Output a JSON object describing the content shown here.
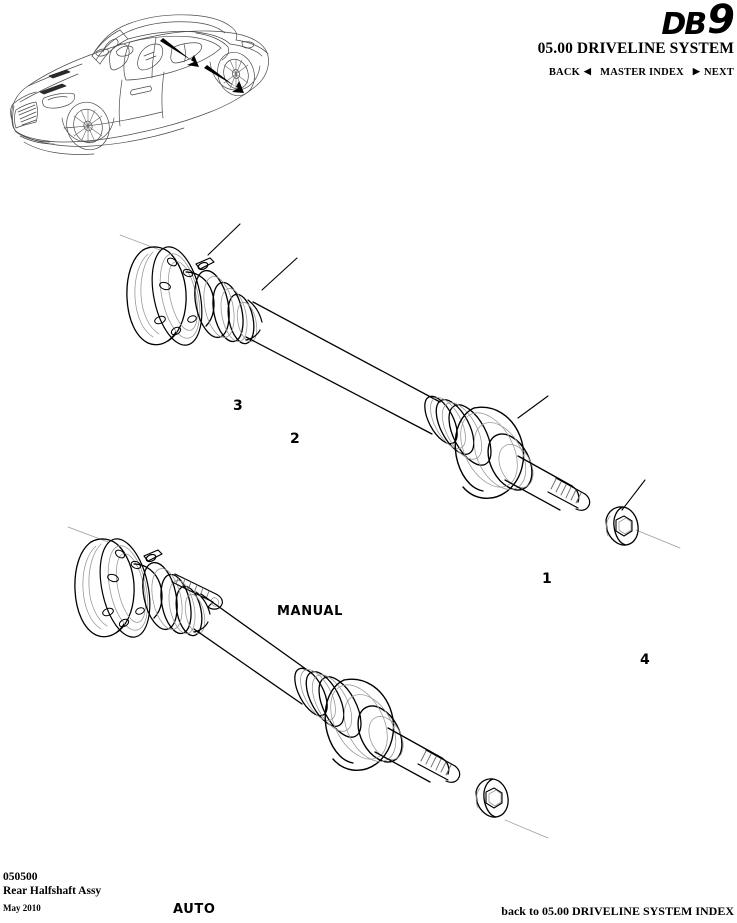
{
  "header": {
    "logo_db": "DB",
    "logo_nine": "9",
    "section_title": "05.00 DRIVELINE SYSTEM",
    "nav": {
      "back_label": "BACK",
      "back_arrow": "◀",
      "master_index_label": "MASTER INDEX",
      "next_arrow": "▶",
      "next_label": "NEXT"
    }
  },
  "vehicle_thumbnail": {
    "icon_name": "aston-martin-db9-line-drawing",
    "description": "DB9 coupe three-quarter view with two indicator arrows pointing at the rear halfshaft area"
  },
  "diagram": {
    "variants": [
      {
        "label": "MANUAL"
      },
      {
        "label": "AUTO"
      }
    ],
    "callouts": [
      {
        "number": "1",
        "refers_to": "halfshaft-outer-cv-joint"
      },
      {
        "number": "2",
        "refers_to": "halfshaft-flange-bolt"
      },
      {
        "number": "3",
        "refers_to": "halfshaft-inner-flange-joint"
      },
      {
        "number": "4",
        "refers_to": "hub-retaining-nut"
      }
    ]
  },
  "footer": {
    "part_number": "050500",
    "part_name": "Rear Halfshaft Assy",
    "date": "May 2010",
    "index_link": "back to 05.00 DRIVELINE SYSTEM INDEX"
  },
  "colors": {
    "line": "#000000",
    "detail_line": "#9a9a9a",
    "background": "#ffffff"
  }
}
